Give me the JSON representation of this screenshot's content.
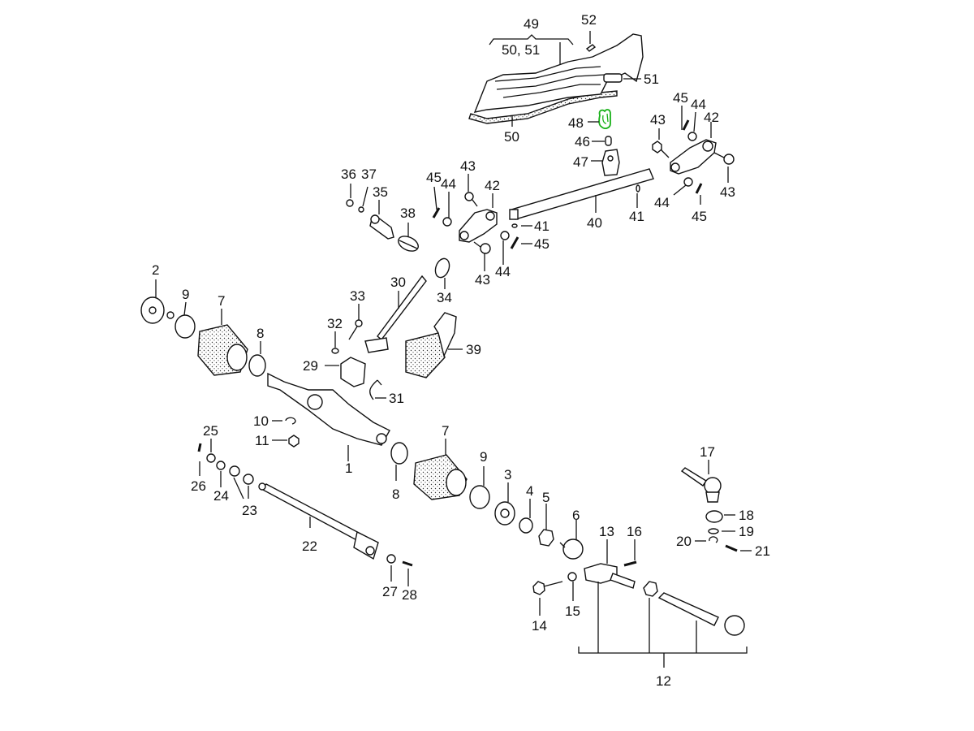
{
  "diagram": {
    "title": "Steering rack exploded parts diagram",
    "highlight_color": "#19b119",
    "highlighted_part": "48",
    "callouts": [
      {
        "id": "c1",
        "text": "1"
      },
      {
        "id": "c2",
        "text": "2"
      },
      {
        "id": "c3",
        "text": "3"
      },
      {
        "id": "c4",
        "text": "4"
      },
      {
        "id": "c5",
        "text": "5"
      },
      {
        "id": "c6",
        "text": "6"
      },
      {
        "id": "c7a",
        "text": "7"
      },
      {
        "id": "c7b",
        "text": "7"
      },
      {
        "id": "c8a",
        "text": "8"
      },
      {
        "id": "c8b",
        "text": "8"
      },
      {
        "id": "c9a",
        "text": "9"
      },
      {
        "id": "c9b",
        "text": "9"
      },
      {
        "id": "c10",
        "text": "10"
      },
      {
        "id": "c11",
        "text": "11"
      },
      {
        "id": "c12",
        "text": "12"
      },
      {
        "id": "c13",
        "text": "13"
      },
      {
        "id": "c14",
        "text": "14"
      },
      {
        "id": "c15",
        "text": "15"
      },
      {
        "id": "c16",
        "text": "16"
      },
      {
        "id": "c17",
        "text": "17"
      },
      {
        "id": "c18",
        "text": "18"
      },
      {
        "id": "c19",
        "text": "19"
      },
      {
        "id": "c20",
        "text": "20"
      },
      {
        "id": "c21",
        "text": "21"
      },
      {
        "id": "c22",
        "text": "22"
      },
      {
        "id": "c23",
        "text": "23"
      },
      {
        "id": "c24",
        "text": "24"
      },
      {
        "id": "c25",
        "text": "25"
      },
      {
        "id": "c26",
        "text": "26"
      },
      {
        "id": "c27",
        "text": "27"
      },
      {
        "id": "c28",
        "text": "28"
      },
      {
        "id": "c29",
        "text": "29"
      },
      {
        "id": "c30",
        "text": "30"
      },
      {
        "id": "c31",
        "text": "31"
      },
      {
        "id": "c32",
        "text": "32"
      },
      {
        "id": "c33",
        "text": "33"
      },
      {
        "id": "c34",
        "text": "34"
      },
      {
        "id": "c35",
        "text": "35"
      },
      {
        "id": "c36",
        "text": "36"
      },
      {
        "id": "c37",
        "text": "37"
      },
      {
        "id": "c38",
        "text": "38"
      },
      {
        "id": "c39",
        "text": "39"
      },
      {
        "id": "c40",
        "text": "40"
      },
      {
        "id": "c41a",
        "text": "41"
      },
      {
        "id": "c41b",
        "text": "41"
      },
      {
        "id": "c42a",
        "text": "42"
      },
      {
        "id": "c42b",
        "text": "42"
      },
      {
        "id": "c43a",
        "text": "43"
      },
      {
        "id": "c43b",
        "text": "43"
      },
      {
        "id": "c43c",
        "text": "43"
      },
      {
        "id": "c43d",
        "text": "43"
      },
      {
        "id": "c44a",
        "text": "44"
      },
      {
        "id": "c44b",
        "text": "44"
      },
      {
        "id": "c44c",
        "text": "44"
      },
      {
        "id": "c44d",
        "text": "44"
      },
      {
        "id": "c45a",
        "text": "45"
      },
      {
        "id": "c45b",
        "text": "45"
      },
      {
        "id": "c45c",
        "text": "45"
      },
      {
        "id": "c45d",
        "text": "45"
      },
      {
        "id": "c46",
        "text": "46"
      },
      {
        "id": "c47",
        "text": "47"
      },
      {
        "id": "c48",
        "text": "48"
      },
      {
        "id": "c49",
        "text": "49"
      },
      {
        "id": "c50a",
        "text": "50, 51"
      },
      {
        "id": "c50b",
        "text": "50"
      },
      {
        "id": "c51",
        "text": "51"
      },
      {
        "id": "c52",
        "text": "52"
      }
    ]
  }
}
